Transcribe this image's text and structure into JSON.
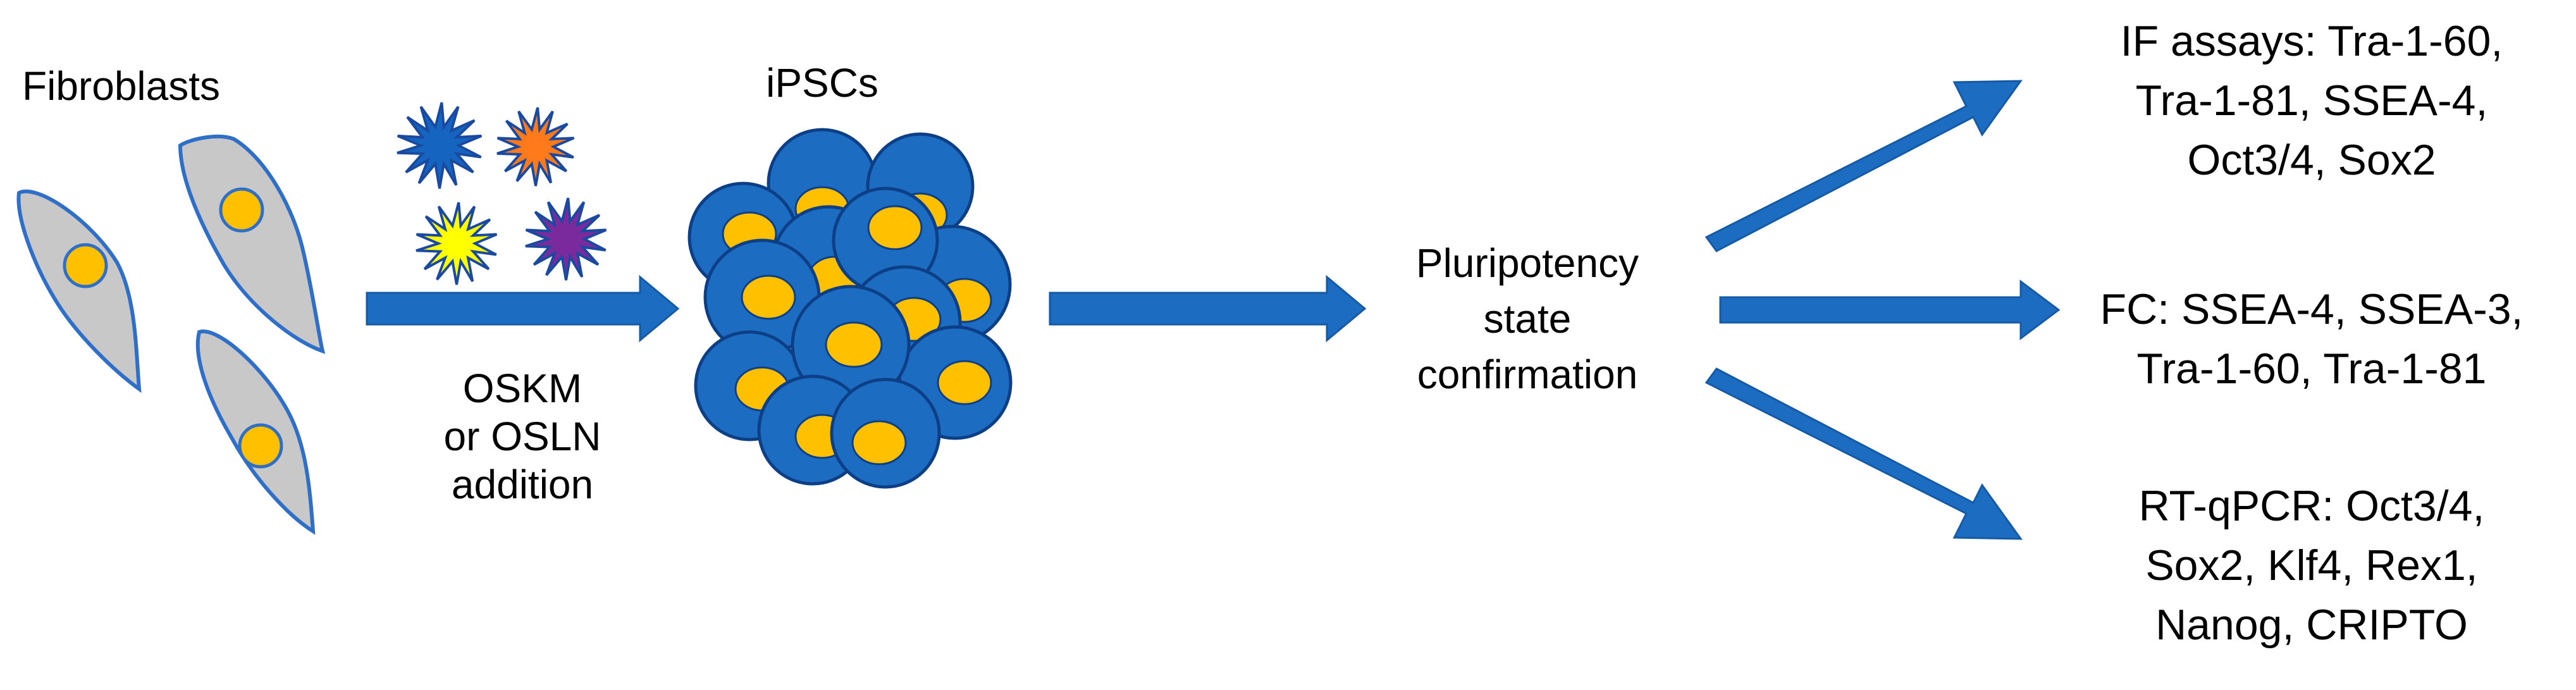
{
  "colors": {
    "arrow": "#1c6cc2",
    "cell_fill": "#c8c8c8",
    "cell_stroke": "#2f6fc7",
    "nucleus": "#ffc000",
    "ipsc_fill": "#1c6cc2",
    "ipsc_stroke": "#0d3f86",
    "star_blue": "#1565c0",
    "star_orange": "#ff7a1a",
    "star_yellow": "#ffff00",
    "star_purple": "#7b2a9e",
    "star_outline": "#1a4aa0"
  },
  "fibroblasts": {
    "label": "Fibroblasts"
  },
  "reprogramming": {
    "line1": "OSKM",
    "line2": "or OSLN",
    "line3": "addition"
  },
  "ipscs": {
    "label": "iPSCs"
  },
  "confirmation": {
    "line1": "Pluripotency",
    "line2": "state",
    "line3": "confirmation"
  },
  "assays": {
    "if_line1": "IF assays: Tra-1-60,",
    "if_line2": "Tra-1-81, SSEA-4,",
    "if_line3": "Oct3/4, Sox2",
    "fc_line1": "FC: SSEA-4, SSEA-3,",
    "fc_line2": "Tra-1-60, Tra-1-81",
    "rt_line1": "RT-qPCR: Oct3/4,",
    "rt_line2": "Sox2, Klf4, Rex1,",
    "rt_line3": "Nanog, CRIPTO"
  }
}
